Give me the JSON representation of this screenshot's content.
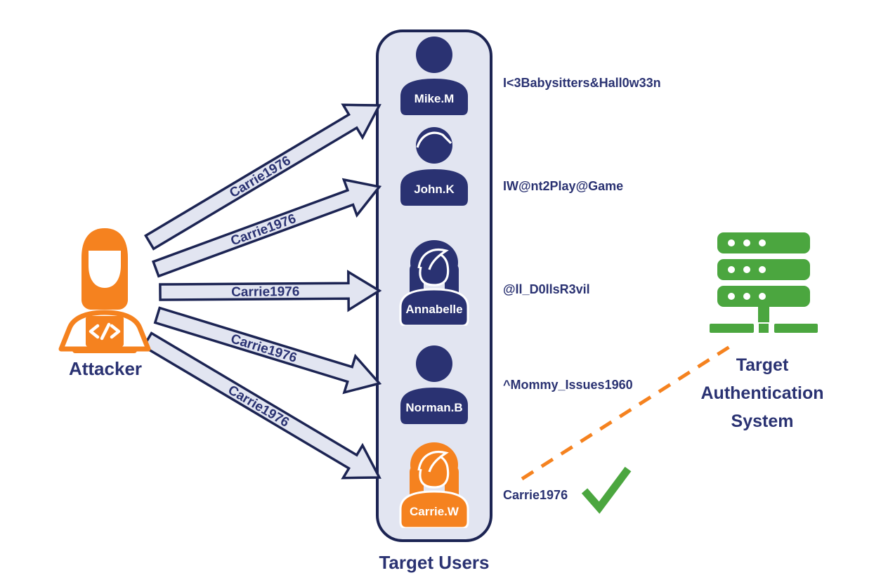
{
  "title": "Password spraying attack diagram",
  "colors": {
    "navy": "#2A3272",
    "navy_dark": "#1C2453",
    "orange": "#F5821F",
    "green": "#4BA63F",
    "panel_fill": "#E2E5F1",
    "arrow_fill": "#E2E5F1",
    "white": "#FFFFFF"
  },
  "attacker": {
    "label": "Attacker",
    "icon": "woman-with-laptop-code-icon"
  },
  "attack_attempts": [
    {
      "password": "Carrie1976",
      "target": "Mike.M"
    },
    {
      "password": "Carrie1976",
      "target": "John.K"
    },
    {
      "password": "Carrie1976",
      "target": "Annabelle"
    },
    {
      "password": "Carrie1976",
      "target": "Norman.B"
    },
    {
      "password": "Carrie1976",
      "target": "Carrie.W"
    }
  ],
  "target_users": {
    "title": "Target Users",
    "users": [
      {
        "name": "Mike.M",
        "password": "I<3Babysitters&Hall0w33n",
        "avatar": "person",
        "highlighted": false,
        "matched": false
      },
      {
        "name": "John.K",
        "password": "IW@nt2Play@Game",
        "avatar": "person-hair",
        "highlighted": false,
        "matched": false
      },
      {
        "name": "Annabelle",
        "password": "@ll_D0llsR3vil",
        "avatar": "woman",
        "highlighted": false,
        "matched": false
      },
      {
        "name": "Norman.B",
        "password": "^Mommy_Issues1960",
        "avatar": "person",
        "highlighted": false,
        "matched": false
      },
      {
        "name": "Carrie.W",
        "password": "Carrie1976",
        "avatar": "woman",
        "highlighted": true,
        "matched": true
      }
    ]
  },
  "auth_system": {
    "label": "Target Authentication System",
    "icon": "server-stack-icon"
  },
  "icons": {
    "match": "green-check-icon",
    "auth_link": "orange-dashed-line"
  }
}
